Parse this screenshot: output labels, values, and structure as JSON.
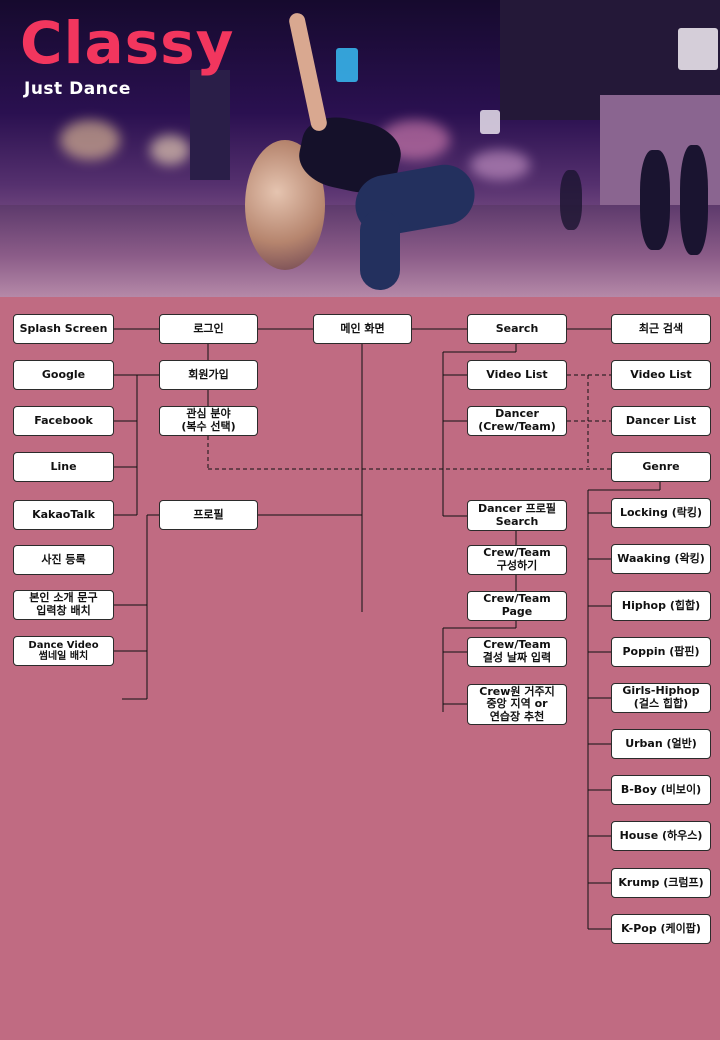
{
  "header": {
    "title": "Classy",
    "subtitle": "Just Dance",
    "title_color": "#f2365e",
    "background_color": "#c06b82"
  },
  "nodes": {
    "splash": "Splash Screen",
    "login": "로그인",
    "main": "메인 화면",
    "search": "Search",
    "recent": "최근 검색",
    "google": "Google",
    "signup": "회원가입",
    "video_list": "Video List",
    "video_list_2": "Video List",
    "facebook": "Facebook",
    "interest": "관심 분야\n(복수 선택)",
    "dancer": "Dancer\n(Crew/Team)",
    "dancer_list": "Dancer List",
    "line": "Line",
    "genre": "Genre",
    "kakao": "KakaoTalk",
    "profile": "프로필",
    "dancer_profile": "Dancer 프로필\nSearch",
    "locking": "Locking (락킹)",
    "photo": "사진 등록",
    "team_build": "Crew/Team\n구성하기",
    "waaking": "Waaking (왁킹)",
    "intro_text": "본인 소개 문구\n입력창 배치",
    "team_page": "Crew/Team\nPage",
    "hiphop": "Hiphop (힙합)",
    "dance_video": "Dance Video\n썸네일 배치",
    "team_date": "Crew/Team\n결성 날짜 입력",
    "poppin": "Poppin (팝핀)",
    "girls_hiphop": "Girls-Hiphop\n(걸스 힙합)",
    "crew_region": "Crew원 거주지\n중앙 지역 or\n연습장 추천",
    "urban": "Urban (얼반)",
    "bboy": "B-Boy (비보이)",
    "house": "House (하우스)",
    "krump": "Krump (크럼프)",
    "kpop": "K-Pop (케이팝)"
  }
}
